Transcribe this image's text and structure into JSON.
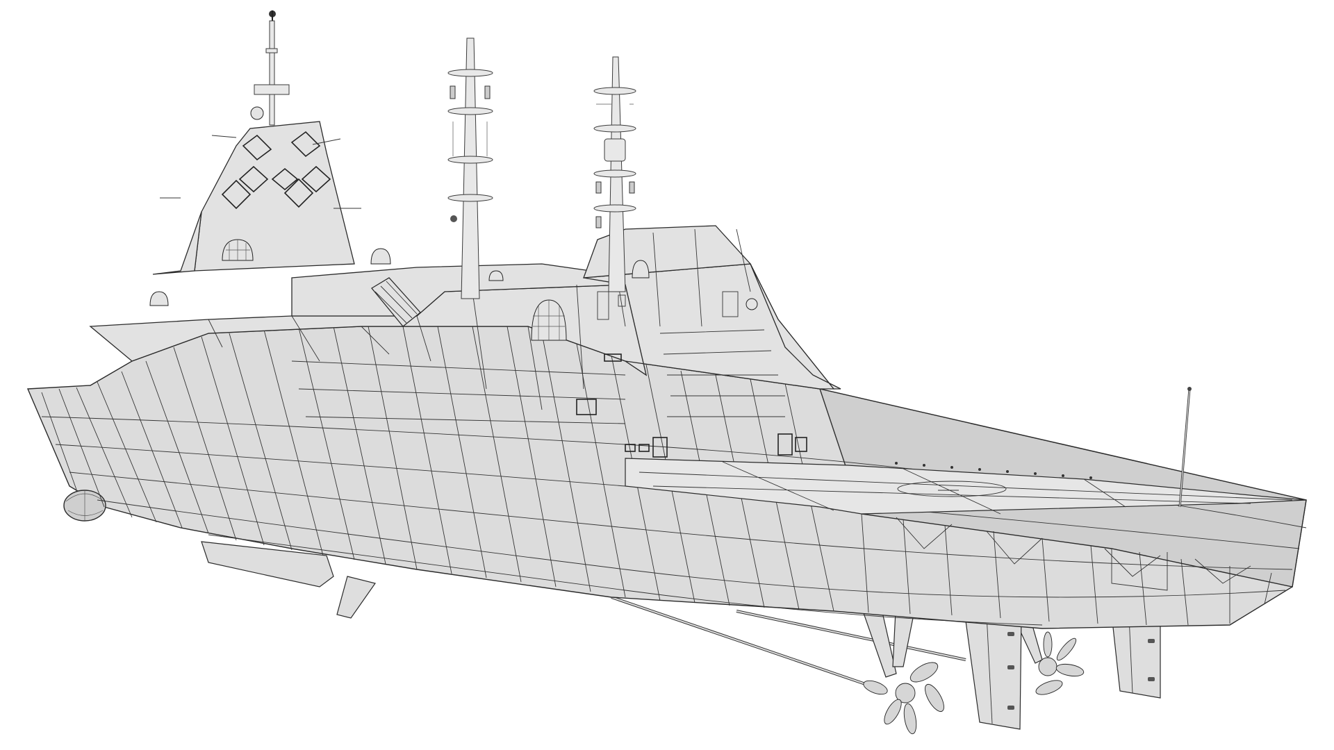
{
  "image": {
    "description": "3D wireframe render of a naval frigate/corvette with a helicopter flight deck",
    "background": "#ffffff",
    "model_color": "#dcdcdc",
    "wire_color": "#2a2a2a",
    "style": "grey shaded mesh with black wireframe edges"
  },
  "components": {
    "forward_mast": "Forward integrated mast with pyramid superstructure and diamond radar arrays",
    "center_mast": "Center lattice mast with disc platforms and antennas",
    "aft_mast": "Aft mast with disc platforms and cylindrical sensor module",
    "launcher": "Angled missile launcher box on upper deck",
    "domes": "Radome spheres on superstructure",
    "flight_deck": "Aft helicopter flight deck with landing circle",
    "hull": "Faceted stealth hull with bulbous bow",
    "propellers": "Twin five-blade propellers on shafts",
    "rudders": "Twin rudders and stabilizer fins",
    "antenna_pole": "Whip antenna on flight deck"
  },
  "text_visible": []
}
